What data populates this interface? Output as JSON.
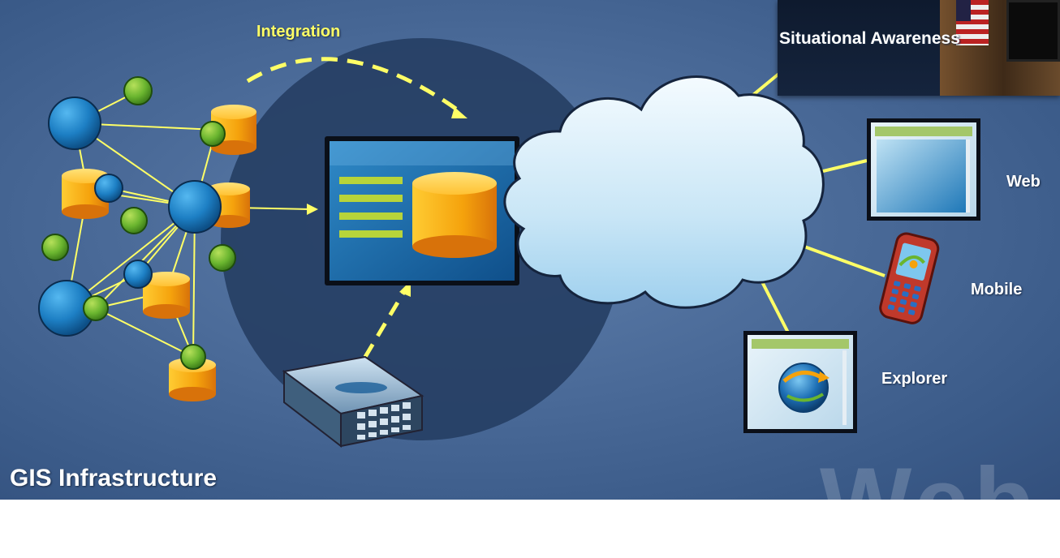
{
  "labels": {
    "integration": "Integration",
    "situational_awareness": "Situational Awareness",
    "web": "Web",
    "mobile": "Mobile",
    "explorer": "Explorer",
    "title": "GIS Infrastructure",
    "watermark": "Web"
  },
  "colors": {
    "background": "#4a6a98",
    "dark_circle": "#263f64",
    "node_blue": "#1d7fc4",
    "node_green": "#6ab52f",
    "cylinder_orange": "#f2a70f",
    "connector_yellow": "#ffff66",
    "cloud": "#d6ecf8"
  },
  "icons": [
    "server-icon",
    "database-icon",
    "mobile-phone-icon",
    "globe-icon",
    "cloud-icon",
    "browser-window-icon"
  ]
}
